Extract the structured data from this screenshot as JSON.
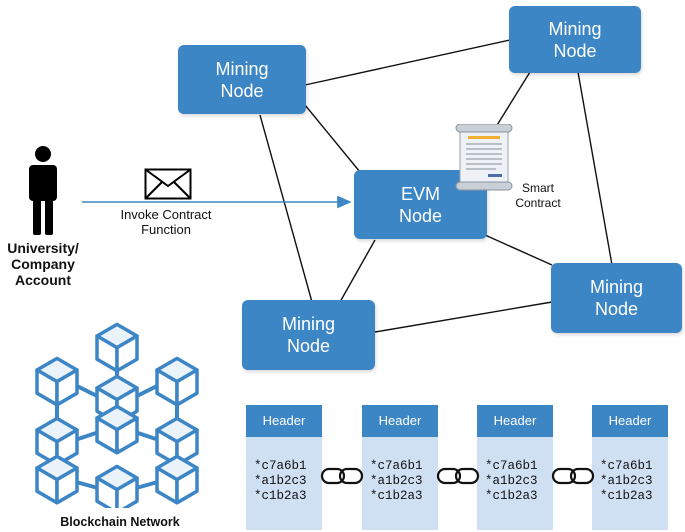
{
  "nodes": {
    "mining_top_left": [
      "Mining",
      "Node"
    ],
    "mining_top_right": [
      "Mining",
      "Node"
    ],
    "evm": [
      "EVM",
      "Node"
    ],
    "mining_right": [
      "Mining",
      "Node"
    ],
    "mining_bottom_left": [
      "Mining",
      "Node"
    ]
  },
  "invoke_label": [
    "Invoke Contract",
    "Function"
  ],
  "account_label": [
    "University/",
    "Company",
    "Account"
  ],
  "smart_contract_label": [
    "Smart",
    "Contract"
  ],
  "blockchain_label": "Blockchain Network",
  "blocks": [
    {
      "header": "Header",
      "hashes": [
        "*c7a6b1",
        "*a1b2c3",
        "*c1b2a3"
      ]
    },
    {
      "header": "Header",
      "hashes": [
        "*c7a6b1",
        "*a1b2c3",
        "*c1b2a3"
      ]
    },
    {
      "header": "Header",
      "hashes": [
        "*c7a6b1",
        "*a1b2c3",
        "*c1b2a3"
      ]
    },
    {
      "header": "Header",
      "hashes": [
        "*c7a6b1",
        "*a1b2c3",
        "*c1b2a3"
      ]
    }
  ],
  "colors": {
    "node": "#3d86c6",
    "block_body": "#cfe0f2",
    "arrow": "#3d86c6",
    "line": "#111111"
  },
  "icons": [
    "person-icon",
    "envelope-icon",
    "scroll-contract-icon",
    "blockchain-cubes-icon",
    "chain-link-icon"
  ]
}
